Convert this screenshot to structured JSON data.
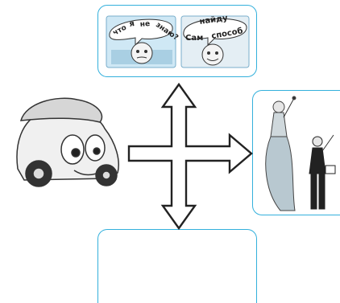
{
  "panel_top": {
    "bubble_left": {
      "words": [
        "что",
        "я",
        "не",
        "знаю?"
      ]
    },
    "bubble_right": {
      "words": [
        "Сам",
        "найду",
        "способ"
      ]
    }
  },
  "panel_bottom": {
    "content": ""
  },
  "colors": {
    "frame": "#33b0dc",
    "arrow": "#222222",
    "card_bg": "#cfe8f5",
    "bubble": "#ffffff"
  },
  "icons": [
    "car-character-icon",
    "boy-thinking-icon",
    "boy-smiling-icon",
    "ballerina-icon",
    "conductor-icon"
  ]
}
